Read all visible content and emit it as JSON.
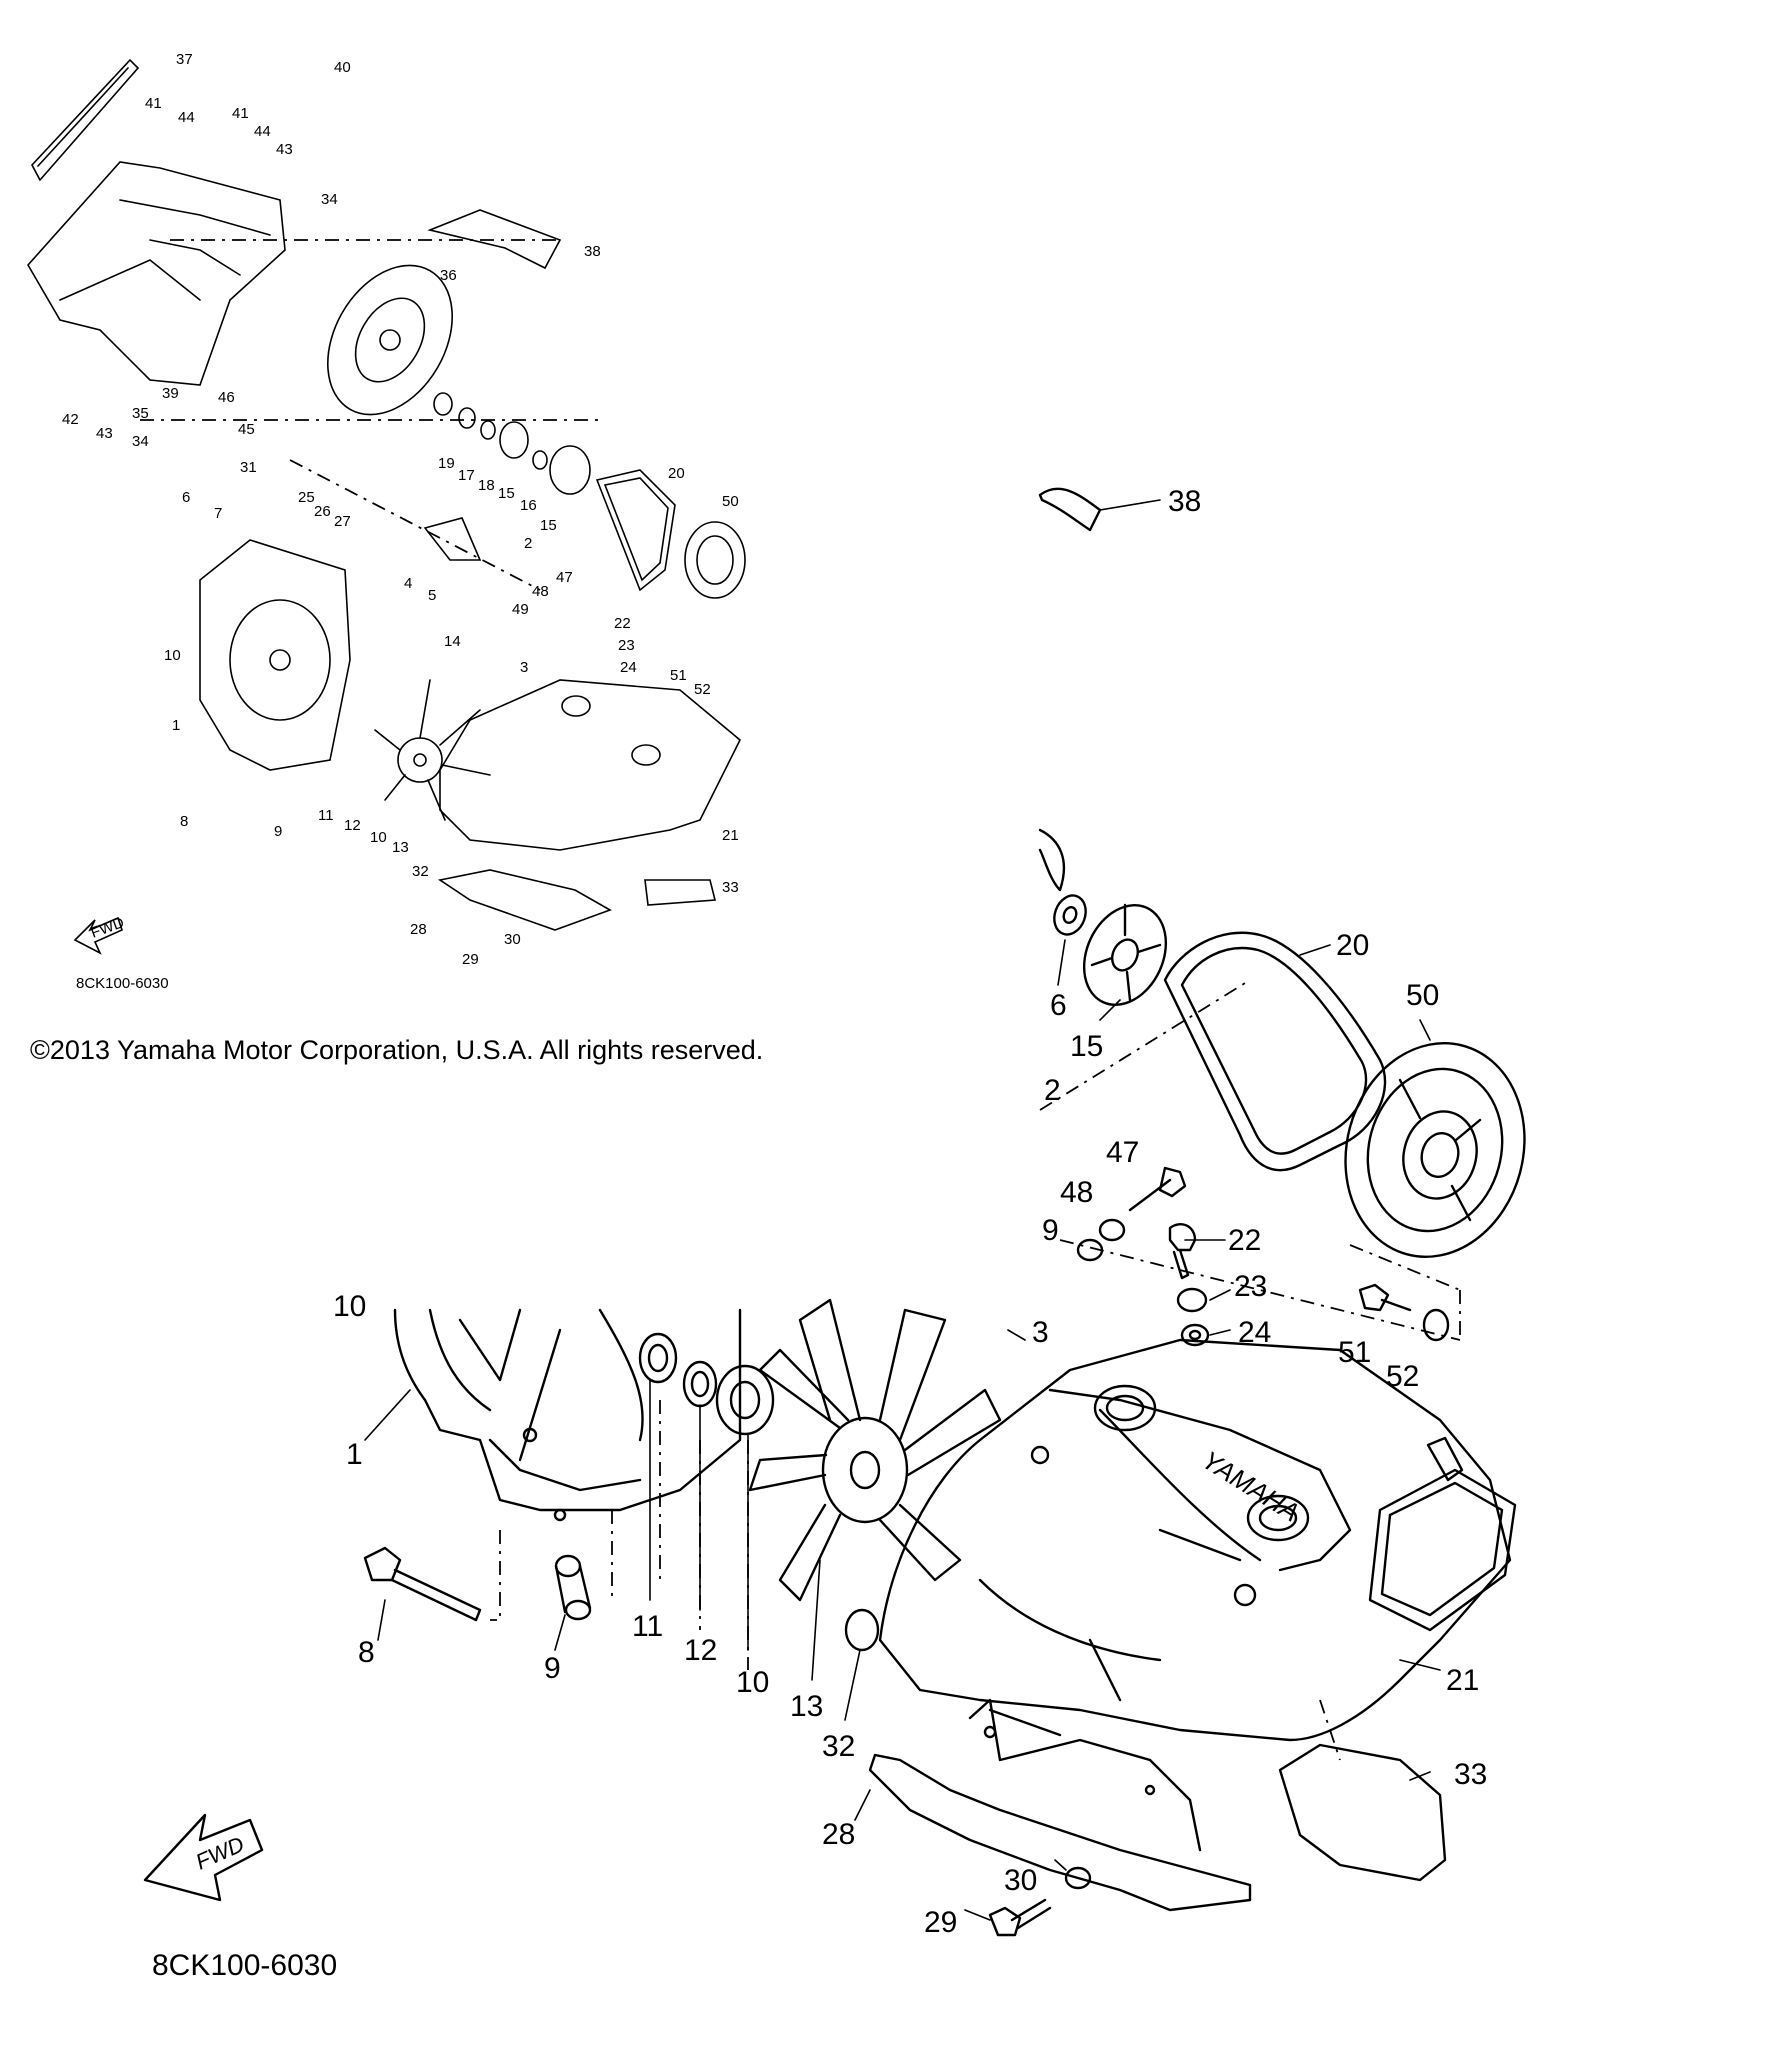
{
  "diagram": {
    "copyright": "©2013 Yamaha Motor Corporation, U.S.A. All rights reserved.",
    "code_small": "8CK100-6030",
    "code_large": "8CK100-6030",
    "fwd_label": "FWD",
    "small_view": {
      "callouts": [
        "37",
        "40",
        "41",
        "44",
        "41",
        "44",
        "43",
        "34",
        "38",
        "36",
        "42",
        "43",
        "35",
        "34",
        "39",
        "46",
        "45",
        "19",
        "17",
        "18",
        "15",
        "16",
        "15",
        "20",
        "50",
        "31",
        "25",
        "26",
        "27",
        "6",
        "7",
        "2",
        "4",
        "5",
        "48",
        "47",
        "49",
        "22",
        "23",
        "24",
        "51",
        "52",
        "10",
        "14",
        "3",
        "1",
        "11",
        "12",
        "10",
        "13",
        "9",
        "8",
        "32",
        "21",
        "33",
        "28",
        "30",
        "29"
      ]
    },
    "large_view": {
      "callouts": [
        "38",
        "20",
        "50",
        "6",
        "15",
        "2",
        "47",
        "48",
        "9",
        "22",
        "23",
        "24",
        "51",
        "52",
        "10",
        "3",
        "1",
        "8",
        "9",
        "11",
        "12",
        "10",
        "13",
        "32",
        "21",
        "33",
        "28",
        "30",
        "29"
      ]
    }
  },
  "colors": {
    "ink": "#000000",
    "paper": "#ffffff"
  }
}
